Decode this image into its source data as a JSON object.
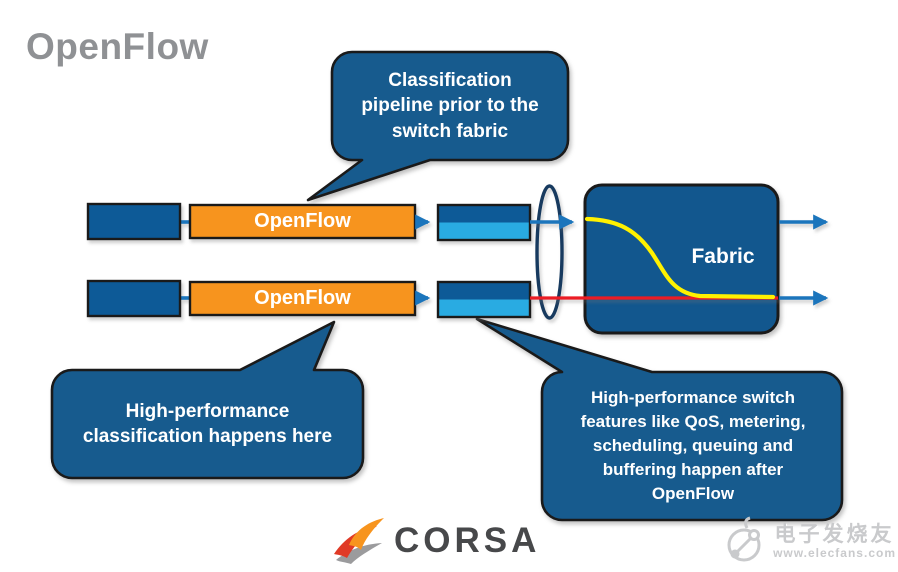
{
  "page_title": "OpenFlow",
  "callouts": {
    "top": {
      "text": "Classification\npipeline prior to the\nswitch fabric"
    },
    "bottom_left": {
      "text": "High-performance\nclassification happens here"
    },
    "bottom_right": {
      "text": "High-performance switch\nfeatures like QoS, metering,\nscheduling, queuing and\nbuffering happen after\nOpenFlow"
    }
  },
  "pipelines": [
    {
      "label": "OpenFlow"
    },
    {
      "label": "OpenFlow"
    }
  ],
  "fabric": {
    "label": "Fabric"
  },
  "logo": {
    "text": "CORSA"
  },
  "watermark": {
    "line1": "电子发烧友",
    "line2": "www.elecfans.com"
  },
  "colors": {
    "title_gray": "#8F9194",
    "bubble_blue": "#175B8E",
    "box_blue": "#0D5A97",
    "fabric_blue": "#12578E",
    "orange": "#F7941E",
    "cyan": "#29ABE2",
    "arrow_blue": "#1B75BC",
    "red": "#EC1C24",
    "yellow": "#FFF100",
    "outline": "#1A1A1A",
    "ellipse_navy": "#173A5F",
    "logo_text": "#47484A",
    "logo_red": "#E03A26",
    "logo_orange": "#F7941E",
    "logo_gray": "#9B9B9D",
    "watermark_gray": "#C9CACC"
  }
}
